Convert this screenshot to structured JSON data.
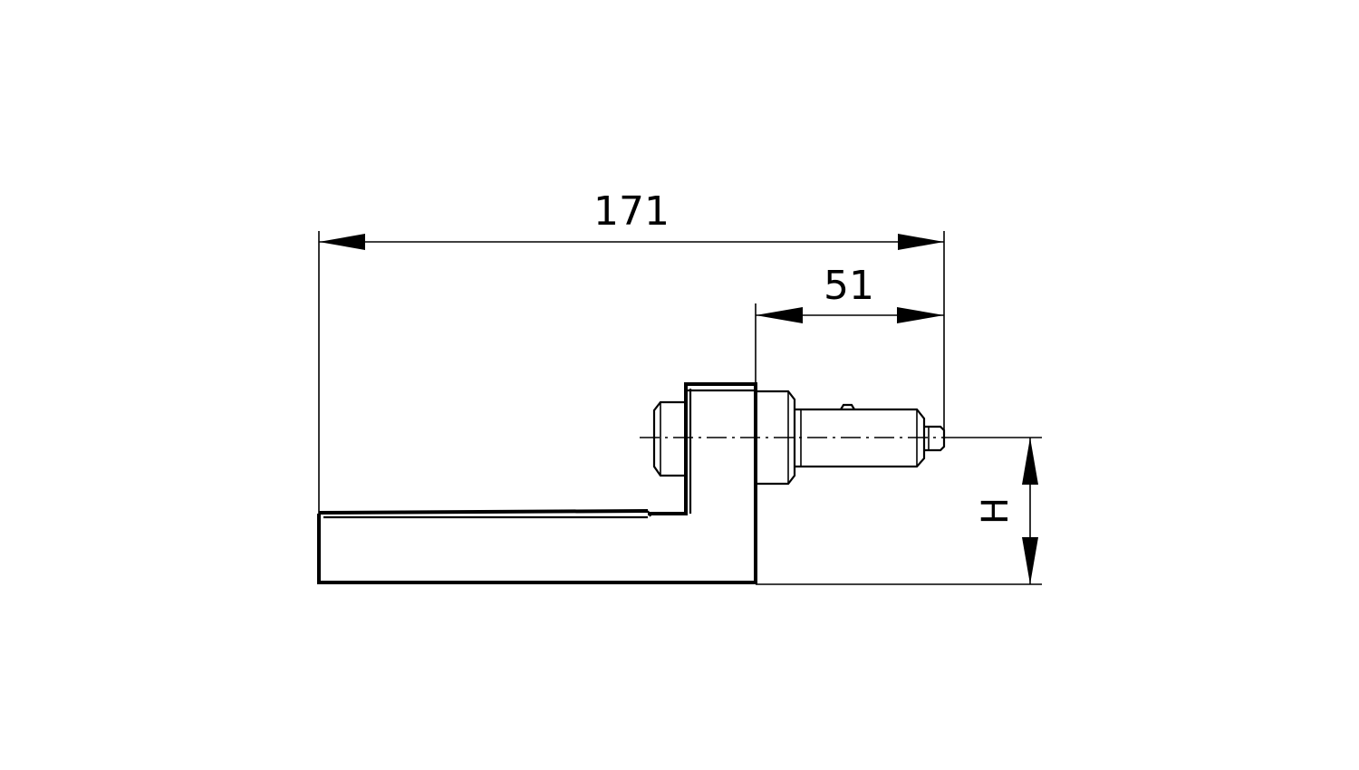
{
  "dimensions": {
    "overall_length": "171",
    "shank_length": "51",
    "height": "H"
  },
  "colors": {
    "line": "#000000",
    "background": "#ffffff"
  }
}
